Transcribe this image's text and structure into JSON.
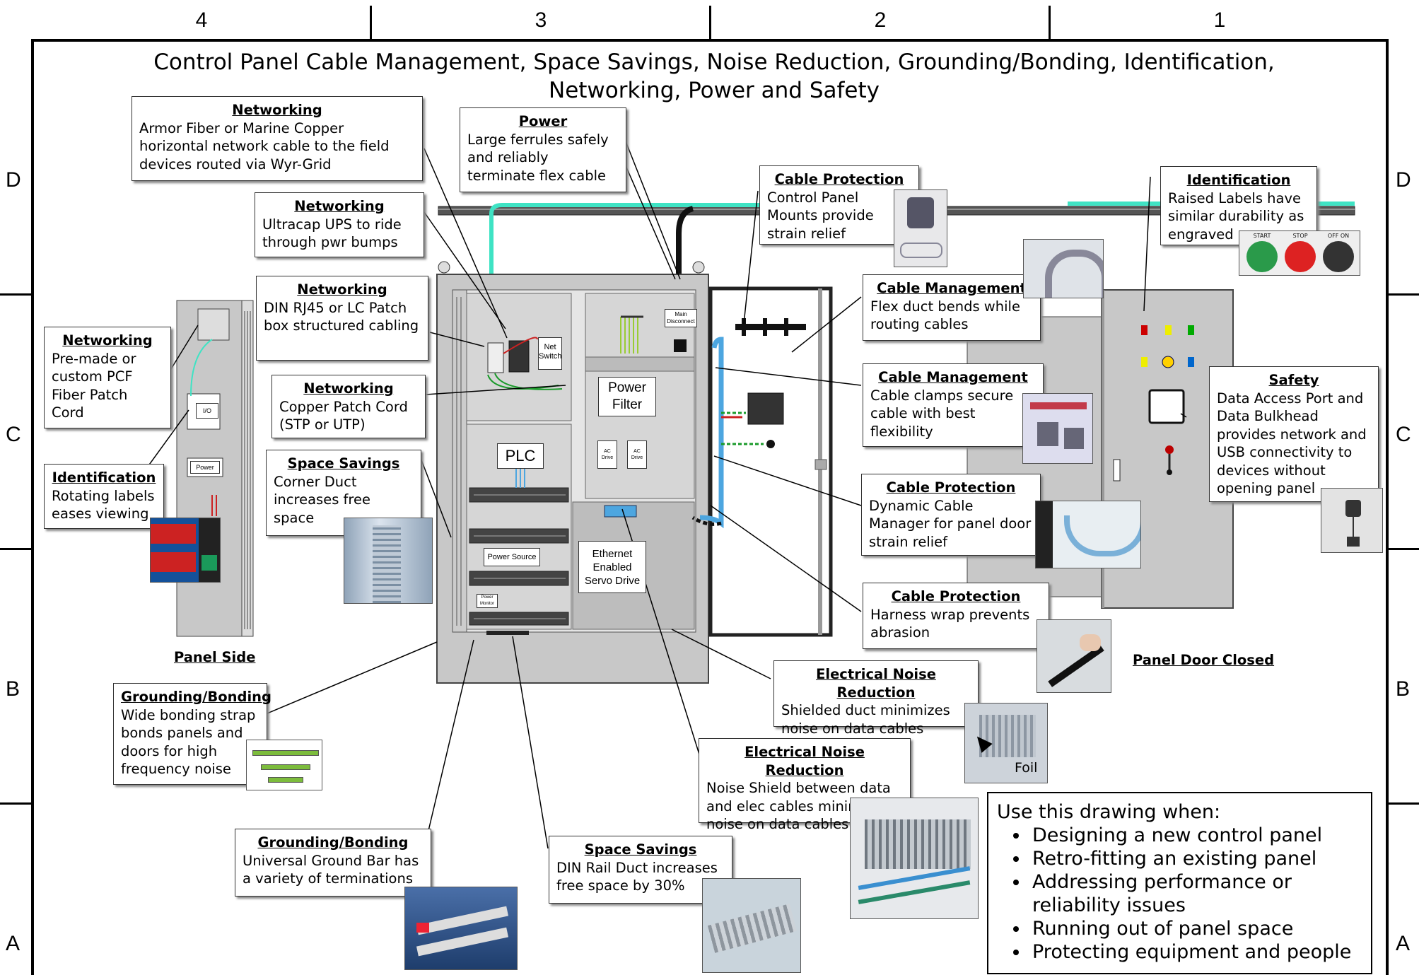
{
  "title": "Control Panel Cable Management, Space Savings, Noise Reduction, Grounding/Bonding, Identification, Networking, Power and Safety",
  "zones": {
    "columns": [
      "4",
      "3",
      "2",
      "1"
    ],
    "rows": [
      "D",
      "C",
      "B",
      "A"
    ]
  },
  "callouts": {
    "net_armor": {
      "heading": "Networking",
      "text": "Armor Fiber or Marine Copper horizontal network cable to the field devices routed via Wyr-Grid"
    },
    "power": {
      "heading": "Power",
      "text": "Large ferrules safely and reliably terminate flex cable"
    },
    "net_ups": {
      "heading": "Networking",
      "text": "Ultracap UPS to ride through pwr bumps"
    },
    "net_din": {
      "heading": "Networking",
      "text": "DIN RJ45 or LC Patch box structured cabling"
    },
    "net_patch": {
      "heading": "Networking",
      "text": "Pre-made or custom PCF Fiber Patch Cord"
    },
    "net_copper": {
      "heading": "Networking",
      "text": "Copper Patch Cord (STP or UTP)"
    },
    "id_rotating": {
      "heading": "Identification",
      "text": "Rotating labels eases viewing"
    },
    "space_corner": {
      "heading": "Space Savings",
      "text": "Corner Duct increases free space"
    },
    "cable_prot_mounts": {
      "heading": "Cable Protection",
      "text": "Control Panel Mounts provide strain relief"
    },
    "id_raised": {
      "heading": "Identification",
      "text": "Raised Labels have similar durability as engraved"
    },
    "cable_mgmt_flex": {
      "heading": "Cable Management",
      "text": "Flex duct bends while routing cables"
    },
    "cable_mgmt_clamps": {
      "heading": "Cable Management",
      "text": "Cable clamps secure cable with best flexibility"
    },
    "safety": {
      "heading": "Safety",
      "text": "Data Access Port and Data Bulkhead provides network and USB connectivity to devices without opening panel"
    },
    "cable_prot_dynamic": {
      "heading": "Cable Protection",
      "text": "Dynamic Cable Manager for panel door strain relief"
    },
    "cable_prot_harness": {
      "heading": "Cable Protection",
      "text": "Harness wrap prevents abrasion"
    },
    "noise_duct": {
      "heading": "Electrical Noise Reduction",
      "text": "Shielded duct minimizes noise on data cables"
    },
    "noise_shield": {
      "heading": "Electrical Noise Reduction",
      "text": "Noise Shield between data and elec cables minimizes noise on data cables"
    },
    "ground_strap": {
      "heading": "Grounding/Bonding",
      "text": "Wide bonding strap bonds panels and doors for high frequency noise"
    },
    "ground_bar": {
      "heading": "Grounding/Bonding",
      "text": "Universal Ground Bar has a variety of terminations"
    },
    "space_din": {
      "heading": "Space Savings",
      "text": "DIN Rail Duct increases free space by 30%"
    }
  },
  "labels": {
    "panel_side": "Panel Side",
    "panel_door": "Panel Door Closed",
    "foil": "Foil"
  },
  "components": {
    "power_filter": "Power Filter",
    "plc": "PLC",
    "power_source": "Power Source",
    "power_monitor": "Power Monitor",
    "ethernet_drive": "Ethernet Enabled Servo Drive",
    "net_switch": "Net Switch",
    "main_disconnect": "Main Disconnect",
    "ac_drive": "AC Drive",
    "io": "I/O",
    "power_small": "Power"
  },
  "button_labels": {
    "start": "START",
    "stop": "STOP",
    "off_on": "OFF  ON"
  },
  "usage": {
    "heading": "Use this drawing when:",
    "items": [
      "Designing a new control panel",
      "Retro-fitting an existing panel",
      "Addressing performance or reliability issues",
      "Running out of panel space",
      "Protecting equipment and people"
    ]
  },
  "colors": {
    "network_cable": "#3fe3c4",
    "enclosure": "#c8c8c8",
    "duct": "#4da6e0"
  }
}
